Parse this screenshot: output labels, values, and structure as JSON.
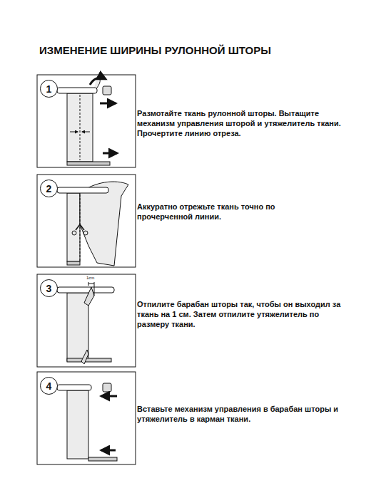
{
  "diagram": {
    "title": "ИЗМЕНЕНИЕ ШИРИНЫ РУЛОННОЙ ШТОРЫ",
    "nodes": [
      {
        "text": [
          "1"
        ]
      },
      {
        "text": [
          "2"
        ]
      },
      {
        "text": [
          "3"
        ]
      },
      {
        "text": [
          "4"
        ]
      }
    ],
    "labels": [
      "Размотайте ткань рулонной шторы. Вытащите механизм управления шторой и утяжелитель ткани. Прочертите линию отреза.",
      "Аккуратно отрежьте ткань точно по прочерченной линии.",
      "Отпилите барабан шторы так, чтобы он выходил за ткань на 1 см. Затем отпилите утяжелитель по размеру ткани.",
      "Вставьте механизм управления в барабан шторы и утяжелитель в карман ткани.",
      "1cm"
    ]
  }
}
